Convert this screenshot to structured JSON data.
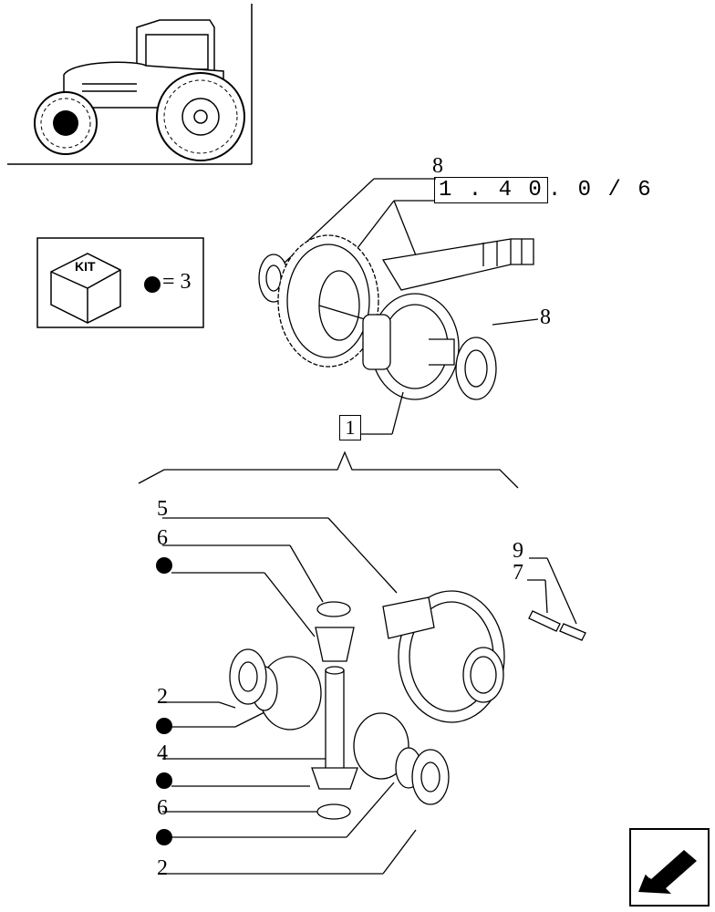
{
  "reference": {
    "boxed": "1 . 4 0",
    "rest": ". 0 / 6"
  },
  "kit": {
    "label": "KIT",
    "equals": "= 3"
  },
  "callouts": {
    "c8_top": "8",
    "c8_right": "8",
    "c1": "1",
    "c5": "5",
    "c6_top": "6",
    "c9": "9",
    "c7": "7",
    "c2_top": "2",
    "c4": "4",
    "c6_bottom": "6",
    "c2_bottom": "2"
  },
  "nav": {
    "icon": "back-arrow-icon"
  }
}
